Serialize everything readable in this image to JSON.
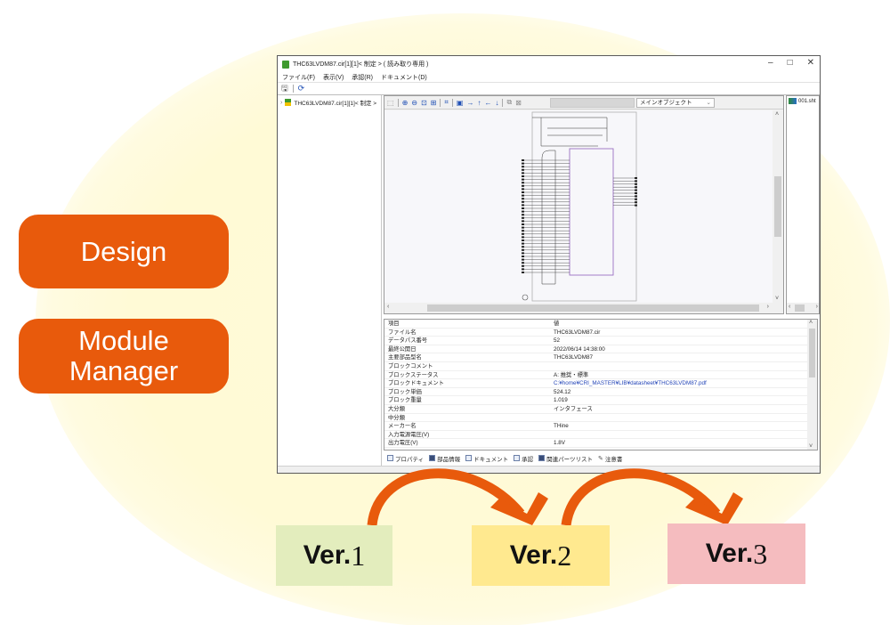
{
  "labels": {
    "design": "Design",
    "module_manager": "Module\nManager"
  },
  "window": {
    "title": "THC63LVDM87.cir[1][1]< 制定 > ( 読み取り専用 )",
    "controls": {
      "minimize": "–",
      "maximize": "□",
      "close": "✕"
    },
    "menu": [
      "ファイル(F)",
      "表示(V)",
      "承認(R)",
      "ドキュメント(D)"
    ],
    "toolbar_icons": [
      "save-icon",
      "refresh-icon"
    ],
    "tree": {
      "item": "THC63LVDM87.cir[1][1]< 制定 >"
    },
    "canvas_toolbar": {
      "icons": [
        "select-icon",
        "zoom-in-icon",
        "zoom-out-icon",
        "zoom-area-icon",
        "fit-icon",
        "component-icon",
        "push-icon",
        "arrow-right-icon",
        "arrow-up-icon",
        "arrow-left-icon",
        "arrow-down-icon",
        "copy-icon",
        "paste-icon"
      ],
      "object_select": "メインオブジェクト"
    },
    "sheet_list": {
      "item": "001.sht"
    },
    "properties": {
      "header": {
        "key": "項目",
        "value": "値"
      },
      "rows": [
        {
          "key": "ファイル名",
          "value": "THC63LVDM87.cir"
        },
        {
          "key": "データパス番号",
          "value": "52"
        },
        {
          "key": "最終公開日",
          "value": "2022/06/14 14:38:00"
        },
        {
          "key": "主要部品型名",
          "value": "THC63LVDM87"
        },
        {
          "key": "ブロックコメント",
          "value": ""
        },
        {
          "key": "ブロックステータス",
          "value": "A: 推奨・標準"
        },
        {
          "key": "ブロックドキュメント",
          "value": "C:¥home¥CRI_MASTER¥LIB¥datasheet¥THC63LVDM87.pdf",
          "link": true
        },
        {
          "key": "ブロック単価",
          "value": "524.12"
        },
        {
          "key": "ブロック重量",
          "value": "1.019"
        },
        {
          "key": "大分類",
          "value": "インタフェース"
        },
        {
          "key": "中分類",
          "value": ""
        },
        {
          "key": "メーカー名",
          "value": "THine"
        },
        {
          "key": "入力電源電圧(V)",
          "value": ""
        },
        {
          "key": "出力電圧(V)",
          "value": "1.8V"
        }
      ]
    },
    "tabs": [
      "プロパティ",
      "部品情報",
      "ドキュメント",
      "承認",
      "関連パーツリスト",
      "注意書"
    ]
  },
  "versions": [
    {
      "prefix": "Ver.",
      "num": "1",
      "color": "#e3edbd"
    },
    {
      "prefix": "Ver.",
      "num": "2",
      "color": "#ffe98f"
    },
    {
      "prefix": "Ver.",
      "num": "3",
      "color": "#f5bcbf"
    }
  ],
  "colors": {
    "accent": "#e85a0c",
    "schematic": "#9a6fc2"
  }
}
